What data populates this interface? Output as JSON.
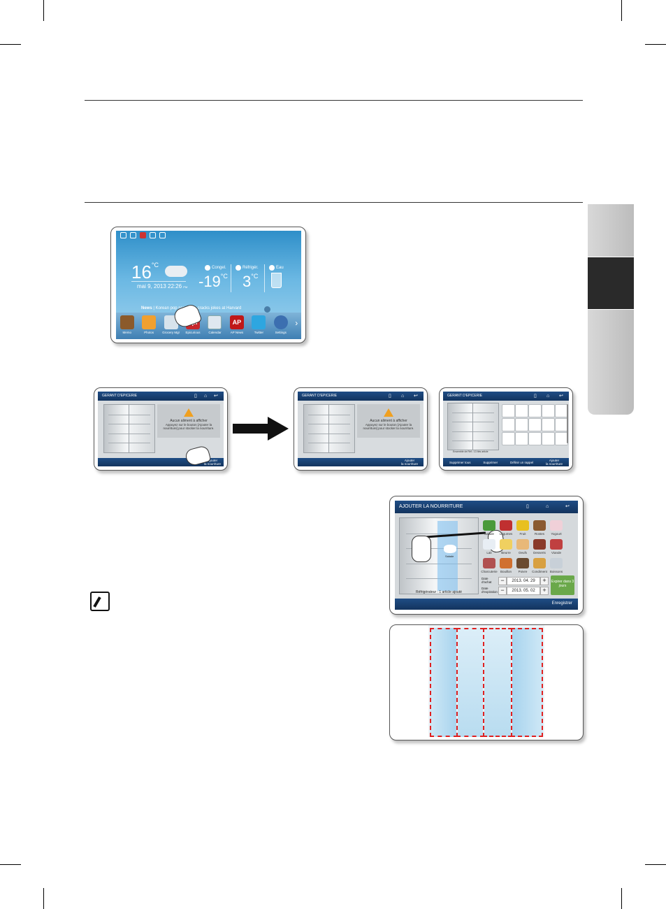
{
  "home_screen": {
    "temperature": "16",
    "temperature_unit": "°C",
    "date": "mai 9, 2013 22:26",
    "date_suffix": "PM",
    "freezer_label": "Congel.",
    "freezer_temp": "-19",
    "fridge_label": "Réfrigér.",
    "fridge_temp": "3",
    "water_label": "Eau",
    "news_prefix": "News",
    "news_text": "Korean pop sensation cracks jokes at Harvard",
    "apps": [
      "Memo",
      "Photos",
      "Grocery Mgr",
      "Epicurious",
      "Calendar",
      "AP News",
      "Twitter",
      "Settings"
    ],
    "epi_text": "epi",
    "ap_text": "AP"
  },
  "grocery_screen": {
    "title": "GERANT D'EPICERIE",
    "empty_title": "Aucun aliment à afficher",
    "empty_hint": "Appuyez sur le bouton [Ajouter la nourriture] pour stocker la nourriture.",
    "add_food_line1": "Ajouter",
    "add_food_line2": "la nourriture",
    "fridge_count": "Ensemble de Réf.: 13 Ités article",
    "footer_delete_all": "Supprimer tous",
    "footer_delete": "Supprimer",
    "footer_reminder": "Définir un rappel"
  },
  "add_food_screen": {
    "title": "AJOUTER LA NOURRITURE",
    "categories": [
      "Salade",
      "Légumes",
      "Fruit",
      "Rostes",
      "Yogourt",
      "Lait",
      "Beurre",
      "Oeufs",
      "Desserts",
      "Viande",
      "Charcuterie",
      "Bouillon",
      "Poivre",
      "Condiment",
      "Boissons"
    ],
    "drag_item": "Salade",
    "date_added_label": "Date d'achat",
    "date_added": "2013. 04. 29",
    "date_expire_label": "Date d'expiration",
    "date_expire": "2013. 05. 02",
    "expire_button": "Expirer dans 3 jours",
    "status": "Réfrigérateur : 1 article ajouté",
    "save": "Enregistrer"
  },
  "colors": {
    "side_tab_light": "#c8c8c8",
    "side_tab_dark": "#2a2a2a",
    "navy_bar": "#1a3f70",
    "home_blue": "#4aa3d8",
    "zone_dash": "#e02020"
  }
}
